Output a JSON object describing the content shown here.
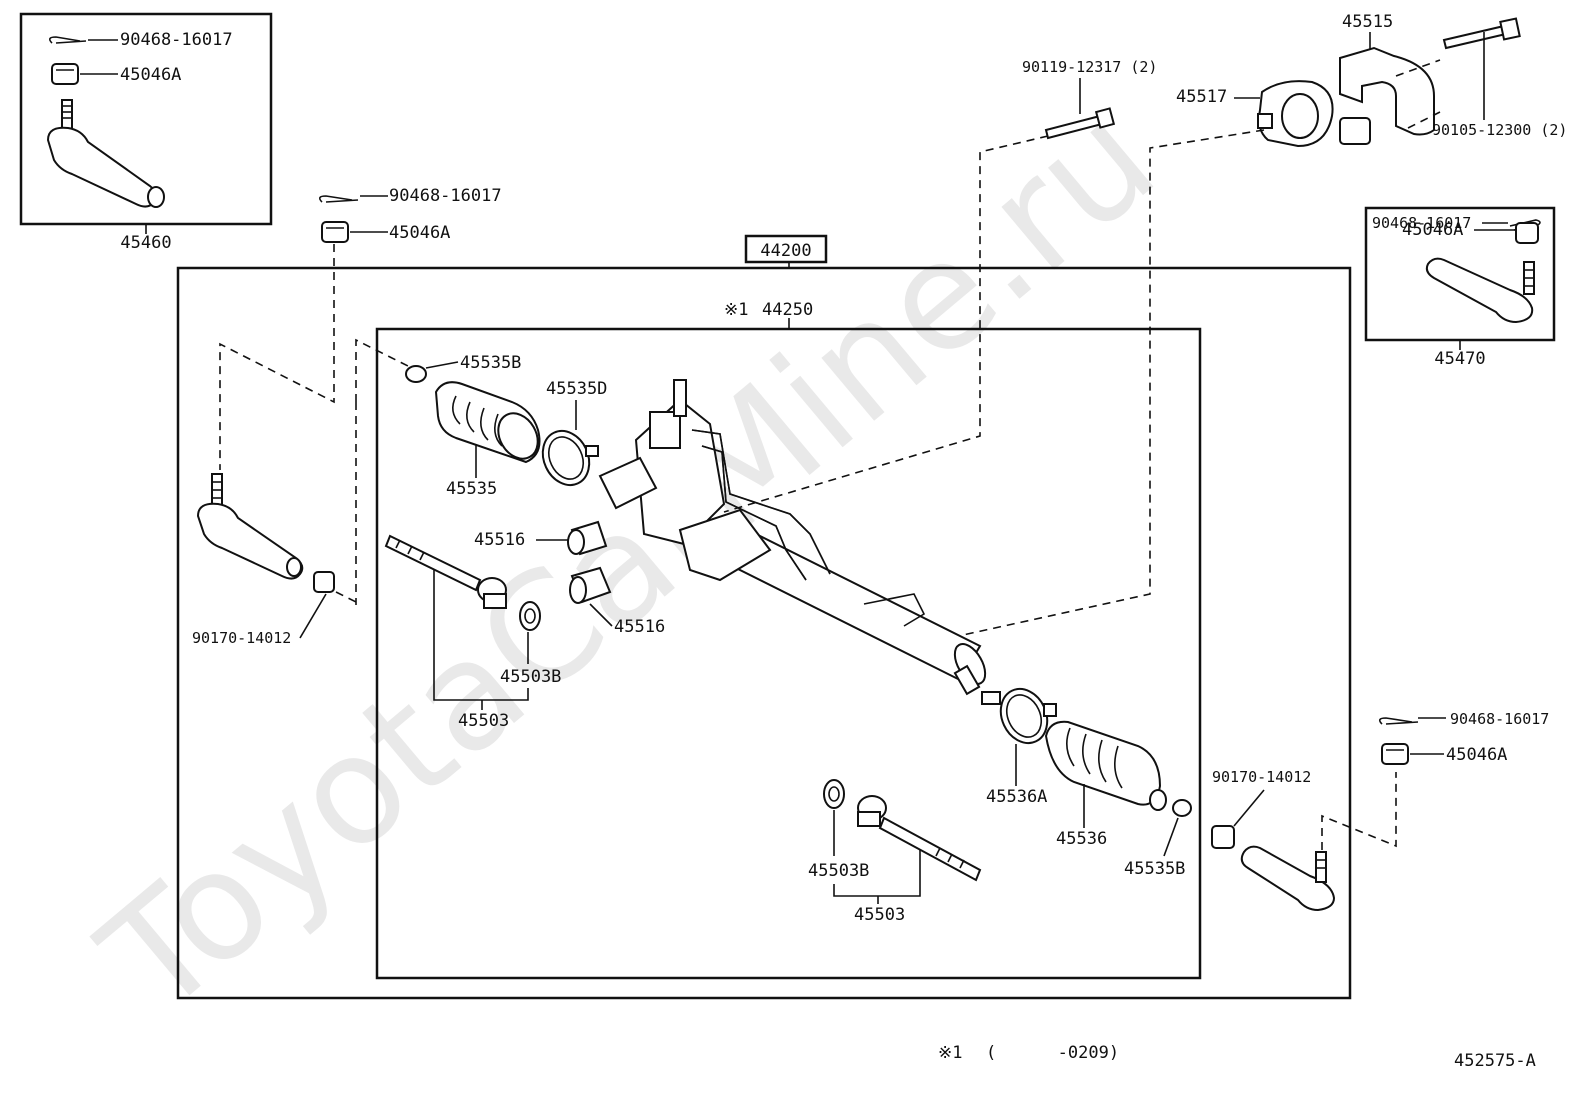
{
  "watermark": "ToyotaCarMine.ru",
  "assembly": {
    "main_part": "44200",
    "sub_part_mark": "※1",
    "sub_part": "44250"
  },
  "inset_left": {
    "cotter_pin": "90468-16017",
    "nut": "45046A",
    "tie_rod_end": "45460"
  },
  "inset_right": {
    "cotter_pin": "90468-16017",
    "nut": "45046A",
    "tie_rod_end": "45470"
  },
  "labels": {
    "cotter_pin_left": "90468-16017",
    "nut_left": "45046A",
    "bolt_top": "90119-12317 (2)",
    "bracket": "45515",
    "grommet": "45517",
    "bolt_right": "90105-12300 (2)",
    "clip_left": "45535B",
    "clamp_left": "45535D",
    "boot_left": "45535",
    "bushing_upper": "45516",
    "bushing_lower": "45516",
    "lock_nut_left": "90170-14012",
    "claw_washer_left": "45503B",
    "rack_end_left": "45503",
    "clamp_right": "45536A",
    "boot_right": "45536",
    "clip_right": "45535B",
    "lock_nut_right": "90170-14012",
    "cotter_pin_right": "90468-16017",
    "nut_right": "45046A",
    "claw_washer_right": "45503B",
    "rack_end_right": "45503"
  },
  "footnote": {
    "mark": "※1",
    "range": "(      -0209)"
  },
  "diagram_code": "452575-A"
}
